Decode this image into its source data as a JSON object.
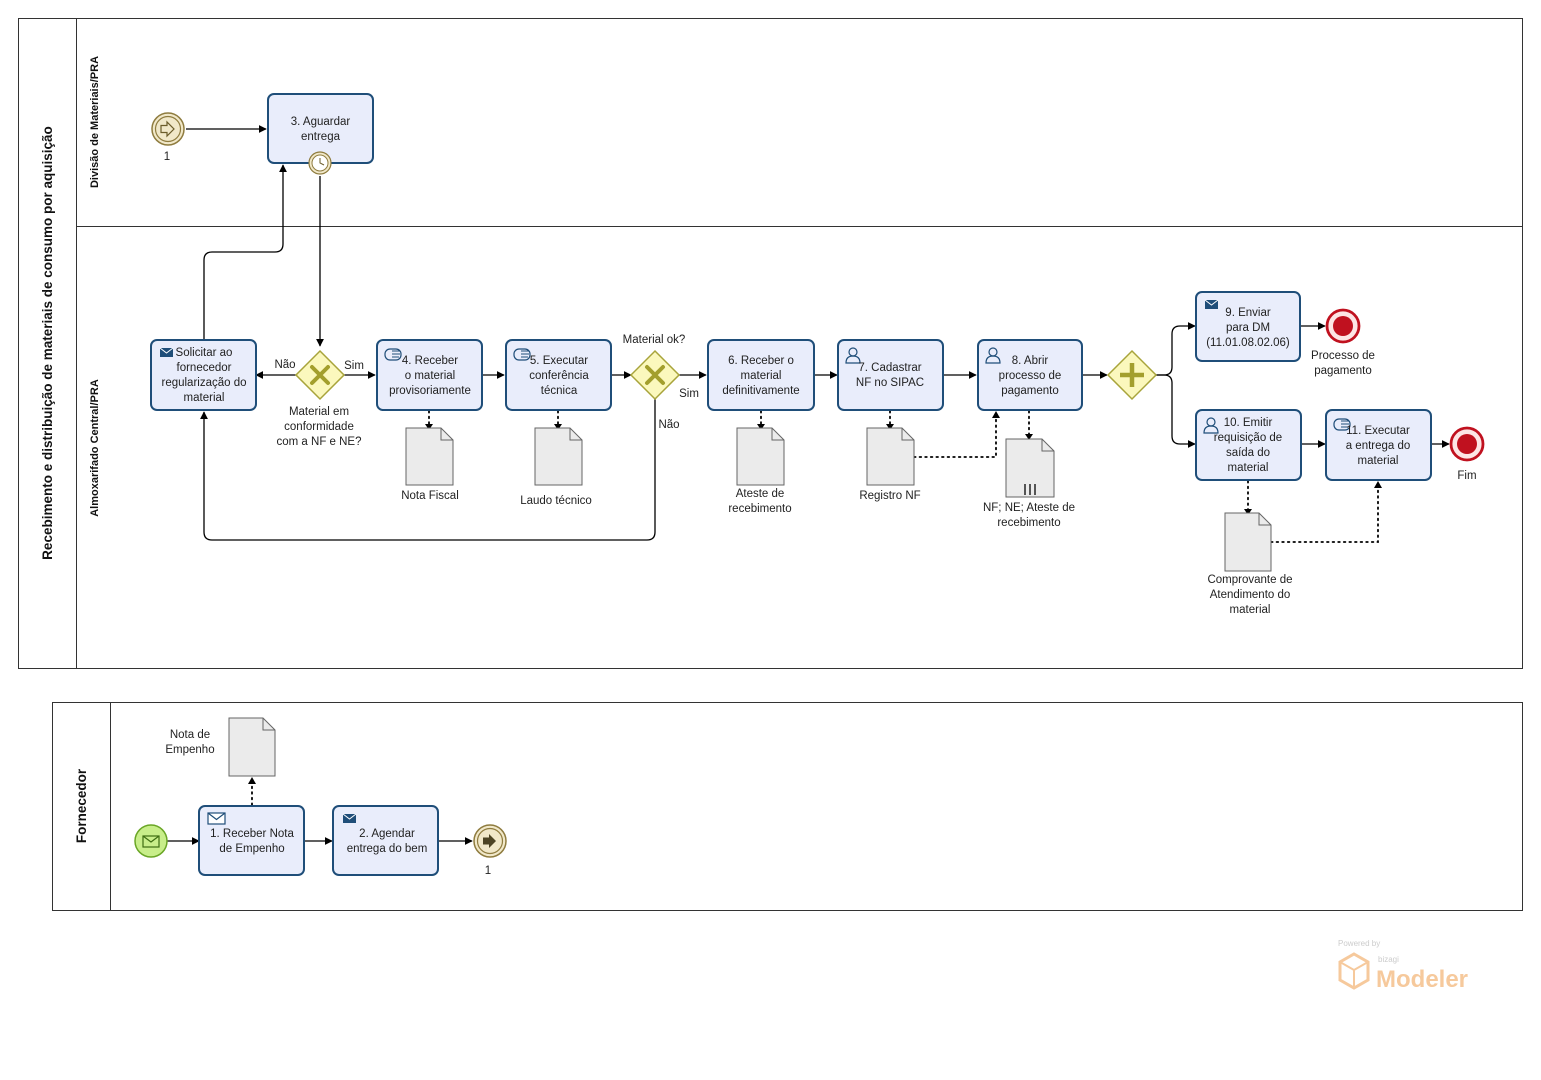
{
  "diagram": {
    "pool_title": "Recebimento e distribuição de materiais de consumo por aquisição",
    "lanes": {
      "divisao": "Divisão de Materiais/PRA",
      "almoxarifado": "Almoxarifado Central/PRA",
      "fornecedor": "Fornecedor"
    },
    "tasks": {
      "t3": [
        "3. Aguardar",
        "entrega"
      ],
      "solicitar": [
        "Solicitar ao",
        "fornecedor",
        "regularização do",
        "material"
      ],
      "t4": [
        "4. Receber",
        "o material",
        "provisoriamente"
      ],
      "t5": [
        "5. Executar",
        "conferência",
        "técnica"
      ],
      "t6": [
        "6. Receber o",
        "material",
        "definitivamente"
      ],
      "t7": [
        "7. Cadastrar",
        "NF no SIPAC"
      ],
      "t8": [
        "8. Abrir",
        "processo de",
        "pagamento"
      ],
      "t9": [
        "9. Enviar",
        "para DM",
        "(11.01.08.02.06)"
      ],
      "t10": [
        "10. Emitir",
        "requisição de",
        "saída do",
        "material"
      ],
      "t11": [
        "11. Executar",
        "a entrega do",
        "material"
      ],
      "t1": [
        "1. Receber Nota",
        "de Empenho"
      ],
      "t2": [
        "2. Agendar",
        "entrega do bem"
      ]
    },
    "gateways": {
      "g1_question": [
        "Material em",
        "conformidade",
        "com a NF e NE?"
      ],
      "g1_no": "Não",
      "g1_yes": "Sim",
      "g2_question": "Material ok?",
      "g2_yes": "Sim",
      "g2_no": "Não"
    },
    "documents": {
      "nota_fiscal": [
        "Nota Fiscal"
      ],
      "laudo": [
        "Laudo técnico"
      ],
      "ateste": [
        "Ateste de",
        "recebimento"
      ],
      "registro_nf": [
        "Registro NF"
      ],
      "nf_ne": [
        "NF; NE; Ateste de",
        "recebimento"
      ],
      "comprovante": [
        "Comprovante de",
        "Atendimento do",
        "material"
      ],
      "nota_empenho": [
        "Nota de",
        "Empenho"
      ]
    },
    "events": {
      "link_in": "1",
      "link_out": "1",
      "end_pagamento": [
        "Processo de",
        "pagamento"
      ],
      "end_fim": "Fim"
    }
  },
  "branding": {
    "powered_by": "Powered by",
    "vendor": "bizagi",
    "product": "Modeler"
  },
  "colors": {
    "task_fill": "#e9edfb",
    "task_stroke": "#1f4e79",
    "gateway_fill": "#fbf8bd",
    "gateway_stroke": "#a8a43b",
    "end_event": "#c0111f",
    "start_event": "#b5e26b"
  }
}
